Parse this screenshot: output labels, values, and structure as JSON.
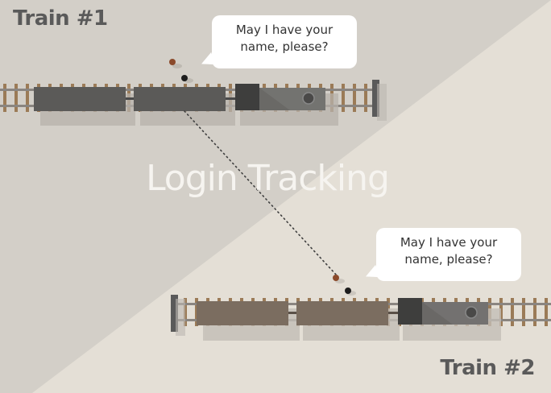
{
  "title": "Login Tracking",
  "train1": {
    "label": "Train #1",
    "speech": "May I have your name, please?",
    "car_color": "#5b5a58",
    "loco_color": "#5f5e5c"
  },
  "train2": {
    "label": "Train #2",
    "speech": "May I have your name, please?",
    "car_color": "#7b6d60",
    "loco_color": "#666361"
  },
  "colors": {
    "background_dark": "#d2cec7",
    "background_light": "#e6e1d8",
    "rail": "#8a8580",
    "tie": "#9b7b57",
    "dot_brown": "#8b4a2b",
    "dot_black": "#1d1d1d"
  }
}
